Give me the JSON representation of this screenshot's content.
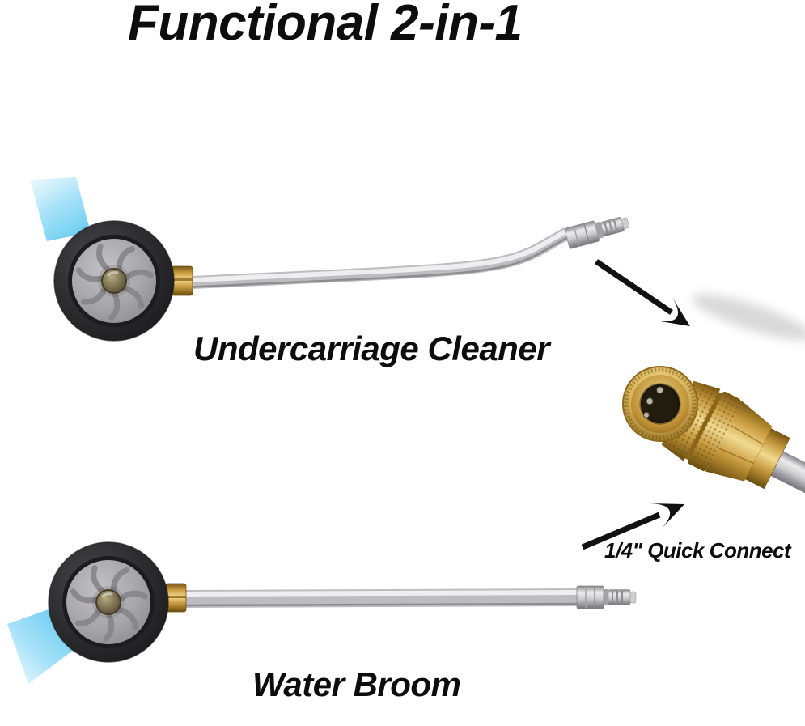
{
  "title": "Functional 2-in-1",
  "products": [
    {
      "id": "undercarriage-cleaner",
      "label": "Undercarriage Cleaner"
    },
    {
      "id": "water-broom",
      "label": "Water Broom"
    }
  ],
  "connector": {
    "label": "1/4\" Quick Connect"
  },
  "colors": {
    "background": "#ffffff",
    "ink": "#0d0d0d",
    "arrow": "#111111",
    "brass": "#c89a3e",
    "steel": "#c6c6c9",
    "tire": "#2e2e31",
    "hub": "#a6a6aa",
    "spray_blue": "#6ec9ef"
  }
}
